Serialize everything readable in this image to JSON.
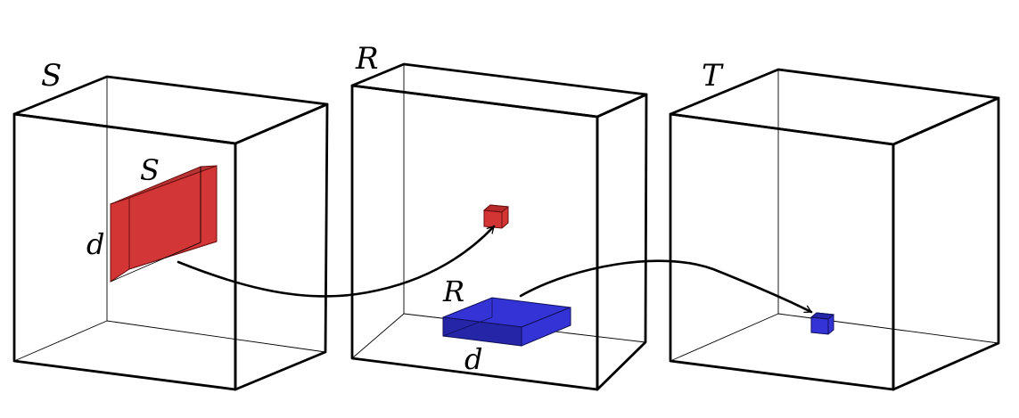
{
  "labels": {
    "cube_S": "S",
    "cube_R": "R",
    "cube_T": "T",
    "slab_S": "S",
    "slab_S_depth": "d",
    "slab_R": "R",
    "slab_R_depth": "d"
  },
  "colors": {
    "cube_fill": "#b7b7b7",
    "red_slab": "#d33535",
    "red_slab_dark": "#b52a2a",
    "blue_slab": "#3333d6",
    "blue_slab_dark": "#2525a8",
    "outline": "#000000"
  }
}
